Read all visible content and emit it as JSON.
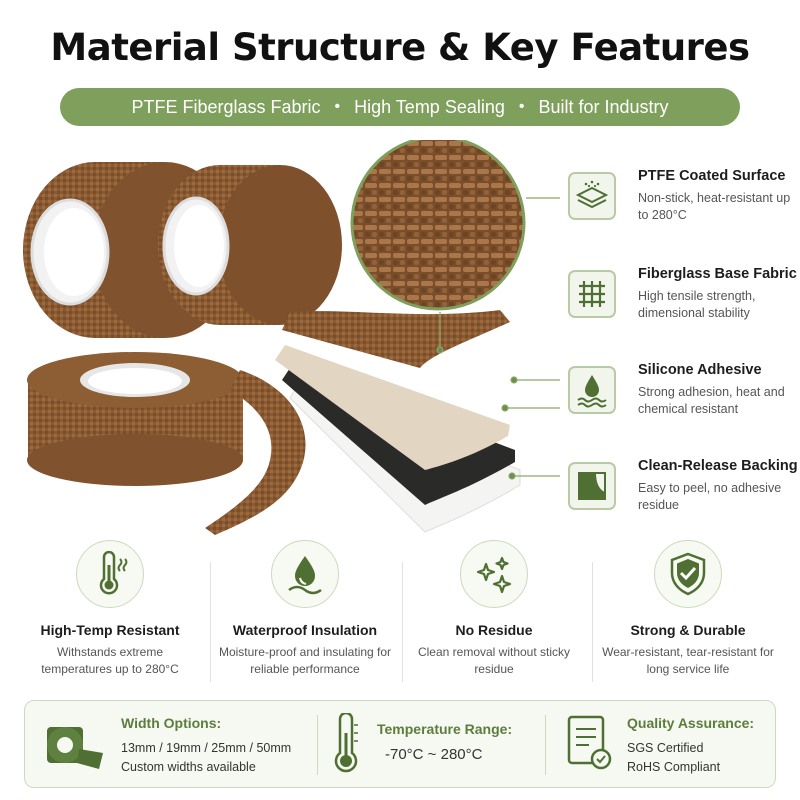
{
  "title": "Material Structure & Key Features",
  "banner": {
    "items": [
      "PTFE Fiberglass Fabric",
      "High Temp Sealing",
      "Built for Industry"
    ],
    "separator": "•"
  },
  "colors": {
    "accent_green": "#7fa05c",
    "tape_brown": "#8a5a32",
    "dark_green": "#4f6f33"
  },
  "features": [
    {
      "icon": "coated-layers-icon",
      "title": "PTFE Coated Surface",
      "desc": "Non-stick, heat-resistant up to 280°C"
    },
    {
      "icon": "grid-mesh-icon",
      "title": "Fiberglass Base Fabric",
      "desc": "High tensile strength, dimensional stability"
    },
    {
      "icon": "droplet-wave-icon",
      "title": "Silicone Adhesive",
      "desc": "Strong adhesion, heat and chemical resistant"
    },
    {
      "icon": "peel-corner-icon",
      "title": "Clean-Release Backing",
      "desc": "Easy to peel, no adhesive residue"
    }
  ],
  "benefits": [
    {
      "icon": "thermometer-icon",
      "title": "High-Temp Resistant",
      "desc": "Withstands extreme temperatures up to 280°C"
    },
    {
      "icon": "water-drop-icon",
      "title": "Waterproof Insulation",
      "desc": "Moisture-proof and insulating for reliable performance"
    },
    {
      "icon": "sparkle-icon",
      "title": "No Residue",
      "desc": "Clean removal without sticky residue"
    },
    {
      "icon": "shield-check-icon",
      "title": "Strong & Durable",
      "desc": "Wear-resistant, tear-resistant for long service life"
    }
  ],
  "specs": {
    "width": {
      "title": "Width Options:",
      "line1": "13mm / 19mm / 25mm / 50mm",
      "line2": "Custom widths available"
    },
    "temperature": {
      "title": "Temperature Range:",
      "value": "-70°C ~ 280°C"
    },
    "quality": {
      "title": "Quality Assurance:",
      "line1": "SGS Certified",
      "line2": "RoHS Compliant"
    }
  }
}
